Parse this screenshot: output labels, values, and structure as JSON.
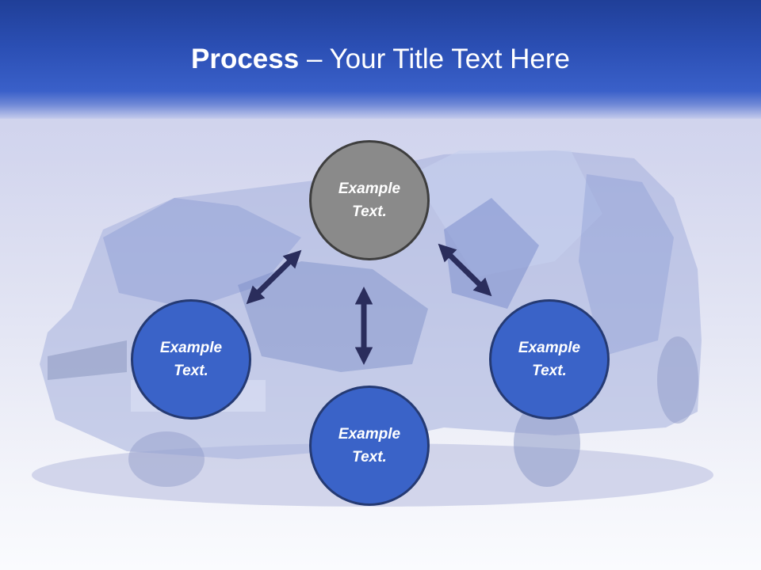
{
  "slide": {
    "title_bold": "Process",
    "title_rest": " – Your Title Text Here"
  },
  "nodes": {
    "top": {
      "line1": "Example",
      "line2": "Text."
    },
    "left": {
      "line1": "Example",
      "line2": "Text."
    },
    "right": {
      "line1": "Example",
      "line2": "Text."
    },
    "bottom": {
      "line1": "Example",
      "line2": "Text."
    }
  },
  "colors": {
    "header": "#2b4fb4",
    "node_blue": "#3a63c8",
    "node_gray": "#8a8a8a",
    "arrow": "#2a2d5c"
  }
}
